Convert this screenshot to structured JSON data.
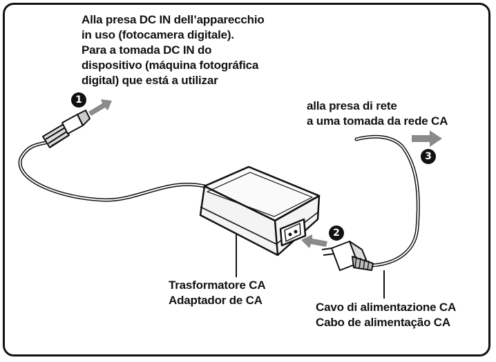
{
  "labels": {
    "dc_in": [
      "Alla presa DC IN dell’apparecchio",
      "in uso (fotocamera digitale).",
      "Para a tomada DC IN do",
      "dispositivo (máquina fotográfica",
      "digital) que está a utilizar"
    ],
    "wall_outlet": [
      "alla presa di rete",
      "a uma tomada da rede CA"
    ],
    "adapter": [
      "Trasformatore CA",
      "Adaptador de CA"
    ],
    "power_cord": [
      "Cavo di alimentazione CA",
      "Cabo de alimentação CA"
    ]
  },
  "steps": {
    "one": "1",
    "two": "2",
    "three": "3"
  },
  "colors": {
    "line": "#111111",
    "arrow": "#8a8a8a",
    "adapter_fill": "#f4f4f4",
    "badge": "#111111"
  },
  "icons": {
    "adapter": "ac-adapter-illustration",
    "dc_plug": "dc-plug-illustration",
    "power_plug": "power-cord-plug-illustration"
  }
}
